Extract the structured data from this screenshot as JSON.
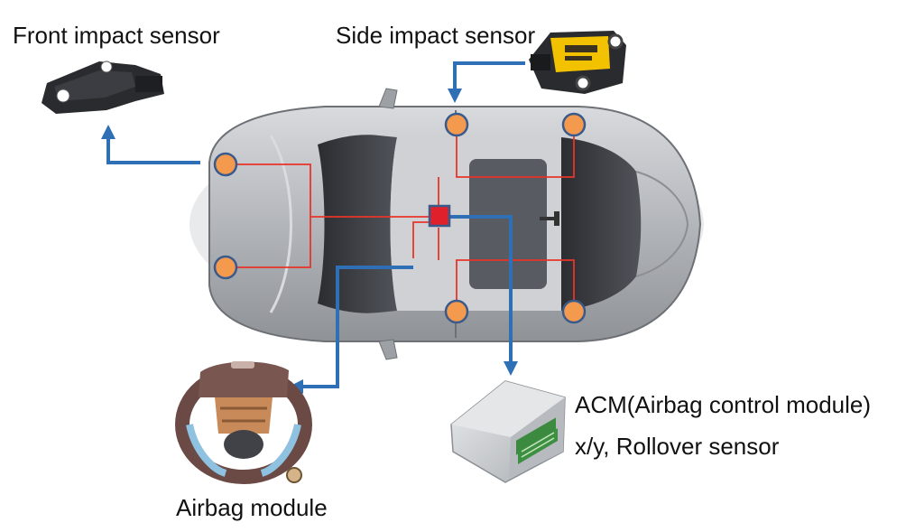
{
  "labels": {
    "front_sensor": "Front impact sensor",
    "side_sensor": "Side impact sensor",
    "acm_title": "ACM(Airbag control module)",
    "acm_sub": "x/y, Rollover sensor",
    "airbag_module": "Airbag module"
  },
  "colors": {
    "arrow": "#2e6fb5",
    "wiring": "#e8342a",
    "sensor_node": "#f39a4e",
    "sensor_border": "#3a5a8c",
    "control_unit": "#e0202a",
    "car_body": "#b9bcc1"
  }
}
